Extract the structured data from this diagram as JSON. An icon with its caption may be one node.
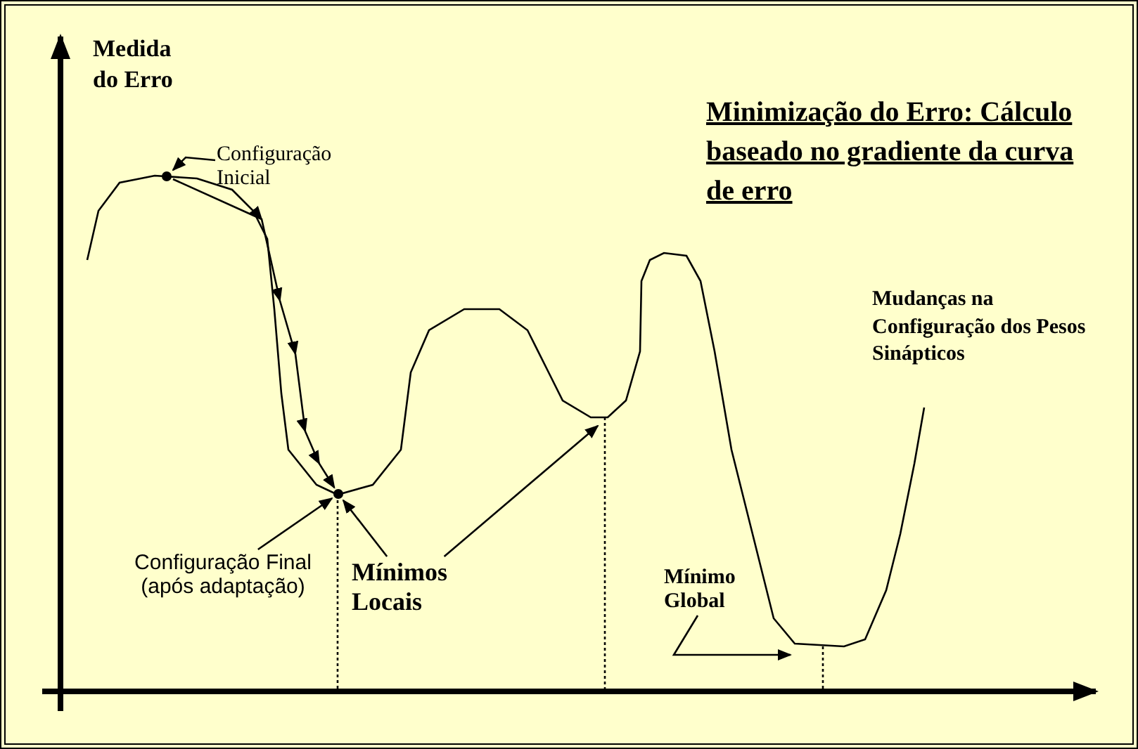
{
  "diagram": {
    "title": "Minimização do Erro: Cálculo baseado no gradiente da curva de erro",
    "nodes": [
      {
        "text": [
          "Configuração Inicial"
        ]
      },
      {
        "text": [],
        "shape": "circle"
      },
      {
        "text": [
          "Configuração Final (após adaptação)"
        ]
      },
      {
        "text": [],
        "shape": "circle"
      },
      {
        "text": [
          "Mínimos Locais"
        ]
      },
      {
        "text": [
          "Mínimo Global"
        ]
      }
    ],
    "edges": [
      {
        "from": 0,
        "to": 1,
        "arrow": "to"
      },
      {
        "from": 1,
        "to": 3,
        "arrow": "to"
      },
      {
        "from": 2,
        "to": 3,
        "arrow": "to"
      },
      {
        "from": 4,
        "to": 3,
        "arrow": "to"
      },
      {
        "from": 4,
        "to": null,
        "arrow": "to"
      },
      {
        "from": 5,
        "to": null,
        "arrow": "to"
      }
    ],
    "labels": [
      "Medida do Erro",
      "Mudanças na Configuração dos Pesos Sinápticos"
    ]
  }
}
